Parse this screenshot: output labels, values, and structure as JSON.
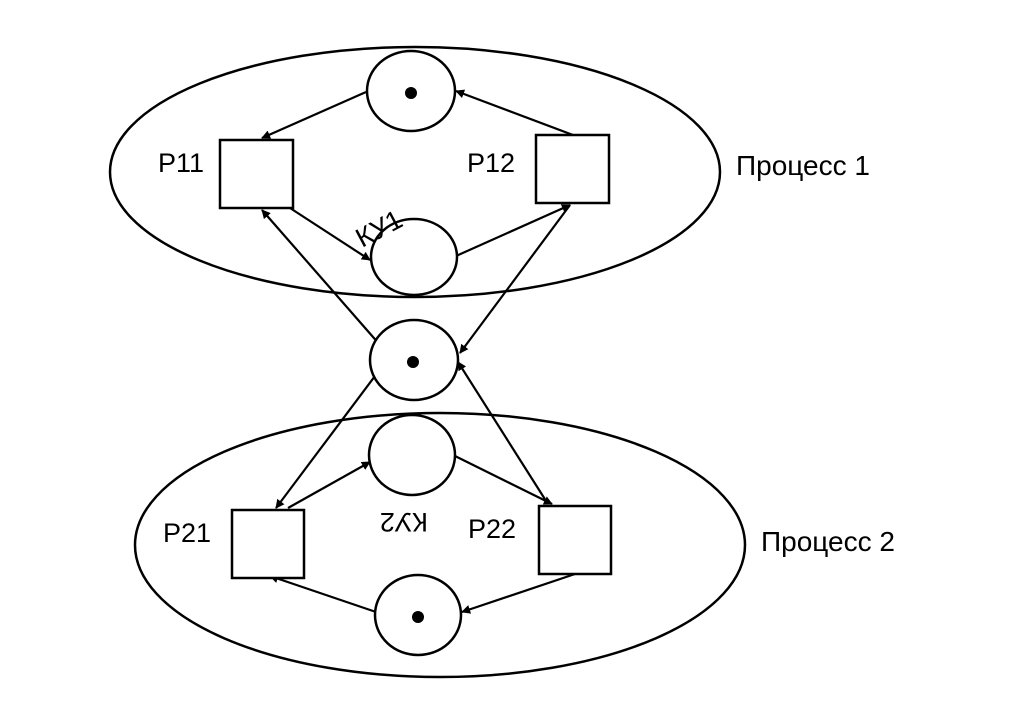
{
  "processes": [
    {
      "label": "Процесс 1"
    },
    {
      "label": "Процесс 2"
    }
  ],
  "transitions": {
    "p11": "P11",
    "p12": "P12",
    "p21": "P21",
    "p22": "P22"
  },
  "places": {
    "ku1": "КУ1",
    "ku2": "КУ2"
  }
}
